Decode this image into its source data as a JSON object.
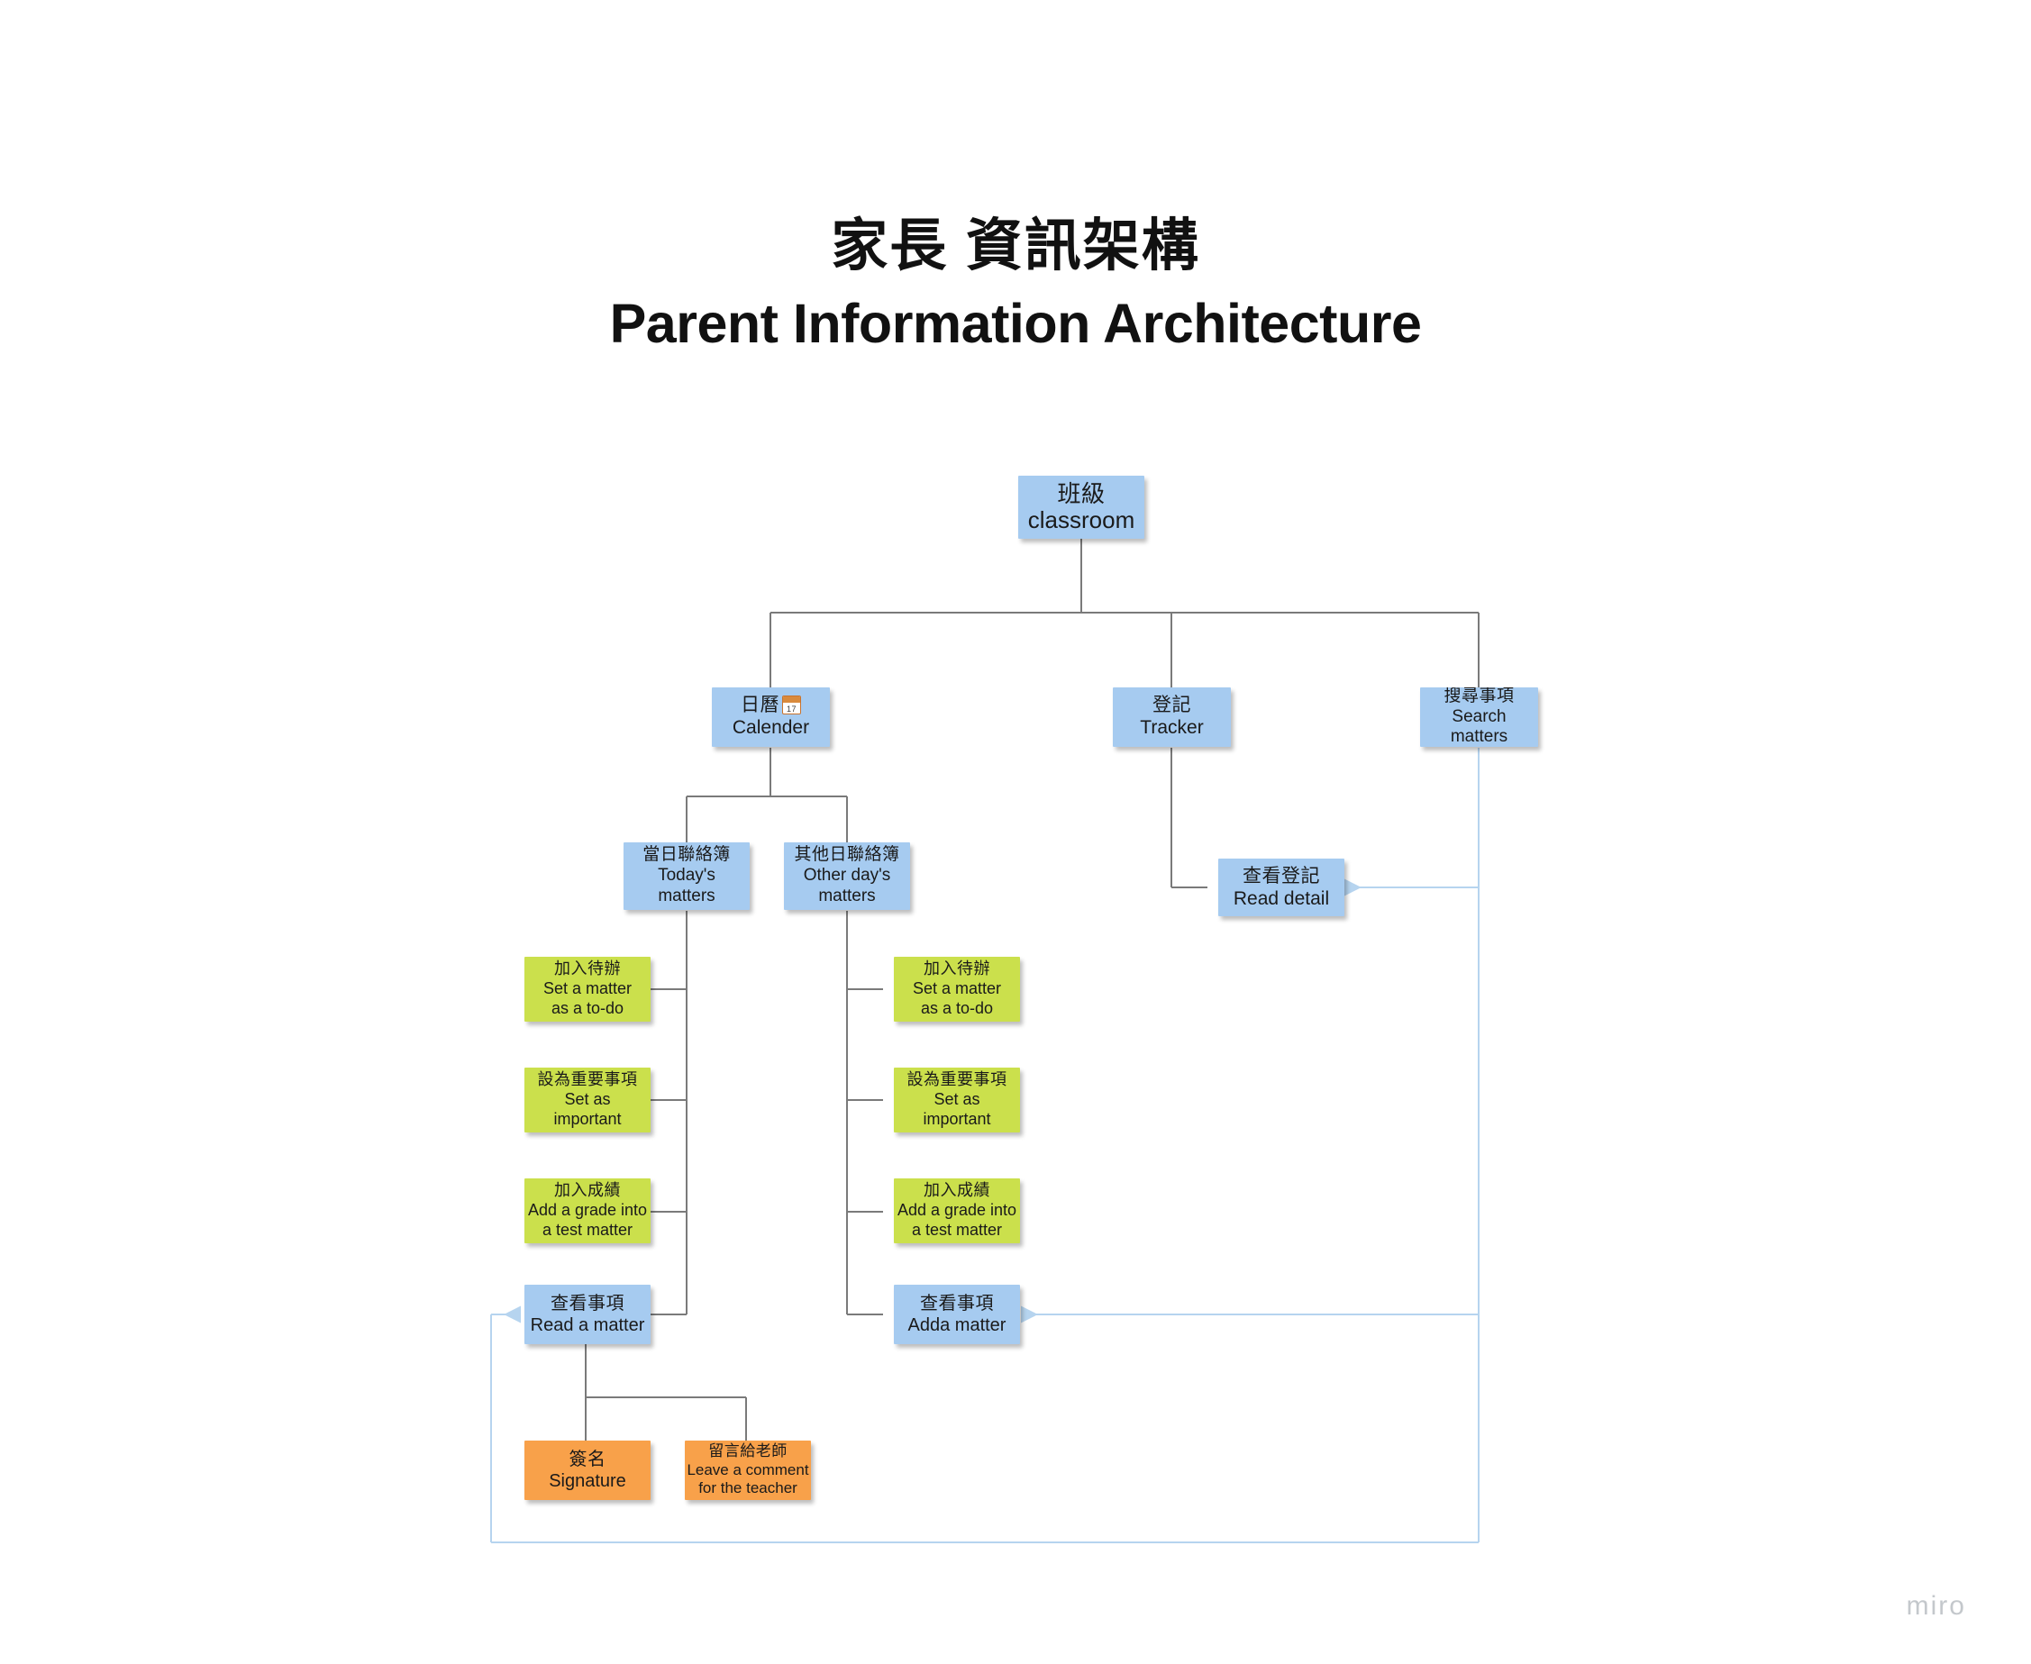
{
  "title": {
    "cjk": "家長 資訊架構",
    "en": "Parent Information Architecture"
  },
  "watermark": "miro",
  "colors": {
    "blue": "#a6cbf0",
    "green": "#cbe04c",
    "orange": "#f8a14a",
    "tree_line": "#7a7a7a",
    "flow_line": "#b6d4ef",
    "text": "#1a1a1a",
    "background": "#ffffff"
  },
  "nodes": {
    "classroom": {
      "cjk": "班級",
      "en": "classroom",
      "color": "blue"
    },
    "calender": {
      "cjk": "日曆",
      "en": "Calender",
      "color": "blue",
      "emoji_day": "17"
    },
    "tracker": {
      "cjk": "登記",
      "en": "Tracker",
      "color": "blue"
    },
    "search_matters": {
      "cjk": "搜尋事項",
      "en1": "Search",
      "en2": "matters",
      "color": "blue"
    },
    "todays": {
      "cjk": "當日聯絡簿",
      "en1": "Today's",
      "en2": "matters",
      "color": "blue"
    },
    "otherday": {
      "cjk": "其他日聯絡簿",
      "en1": "Other day's",
      "en2": "matters",
      "color": "blue"
    },
    "read_detail": {
      "cjk": "查看登記",
      "en": "Read detail",
      "color": "blue"
    },
    "todo_left": {
      "cjk": "加入待辦",
      "en1": "Set a matter",
      "en2": "as a to-do",
      "color": "green"
    },
    "important_left": {
      "cjk": "設為重要事項",
      "en1": "Set as",
      "en2": "important",
      "color": "green"
    },
    "grade_left": {
      "cjk": "加入成績",
      "en1": "Add a grade into",
      "en2": "a test matter",
      "color": "green"
    },
    "read_matter": {
      "cjk": "查看事項",
      "en": "Read a matter",
      "color": "blue"
    },
    "todo_right": {
      "cjk": "加入待辦",
      "en1": "Set a matter",
      "en2": "as a to-do",
      "color": "green"
    },
    "important_right": {
      "cjk": "設為重要事項",
      "en1": "Set as",
      "en2": "important",
      "color": "green"
    },
    "grade_right": {
      "cjk": "加入成績",
      "en1": "Add a grade into",
      "en2": "a test matter",
      "color": "green"
    },
    "add_matter": {
      "cjk": "查看事項",
      "en": "Adda matter",
      "color": "blue"
    },
    "signature": {
      "cjk": "簽名",
      "en": "Signature",
      "color": "orange"
    },
    "comment": {
      "cjk": "留言給老師",
      "en1": "Leave a comment",
      "en2": "for the teacher",
      "color": "orange"
    }
  }
}
